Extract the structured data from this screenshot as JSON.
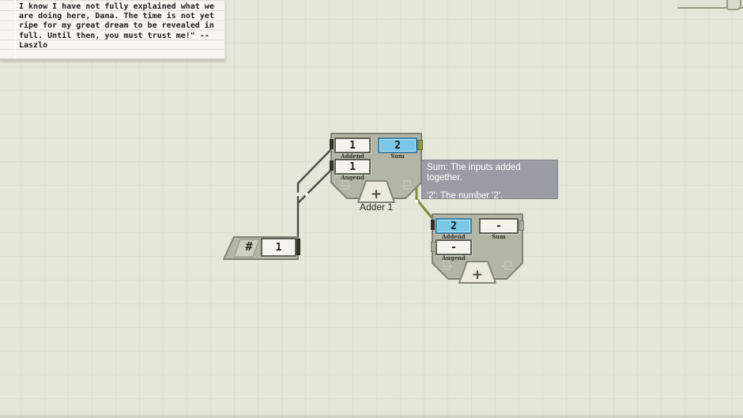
{
  "note": {
    "text": "I know I have not fully explained what we\nare doing here, Dana. The time is not yet\nripe for my great dream to be revealed in\nfull. Until then, you must trust me!\" --\nLaszlo"
  },
  "tooltip": {
    "line1": "Sum: The inputs added together.",
    "line2": "'2': The number '2'."
  },
  "source_node": {
    "symbol": "#",
    "value": "1"
  },
  "adder1": {
    "name": "Adder 1",
    "op": "+",
    "inputs": [
      {
        "label": "Addend",
        "value": "1"
      },
      {
        "label": "Augend",
        "value": "1"
      }
    ],
    "output": {
      "label": "Sum",
      "value": "2"
    }
  },
  "adder2": {
    "name": "",
    "op": "+",
    "inputs": [
      {
        "label": "Addend",
        "value": "2"
      },
      {
        "label": "Augend",
        "value": "-"
      }
    ],
    "output": {
      "label": "Sum",
      "value": "-"
    }
  },
  "colors": {
    "background": "#e5e7db",
    "grid_line": "#dcdfd0",
    "node_body": "#b3b6a7",
    "value_box_bg": "#f4f3ec",
    "highlight_blue": "#79c8ea",
    "wire_dark": "#4b4e44",
    "wire_olive": "#7e8c3c",
    "tooltip_bg": "#9b9da6",
    "tooltip_text": "#ffffff",
    "note_bg": "#f7f6f1"
  }
}
